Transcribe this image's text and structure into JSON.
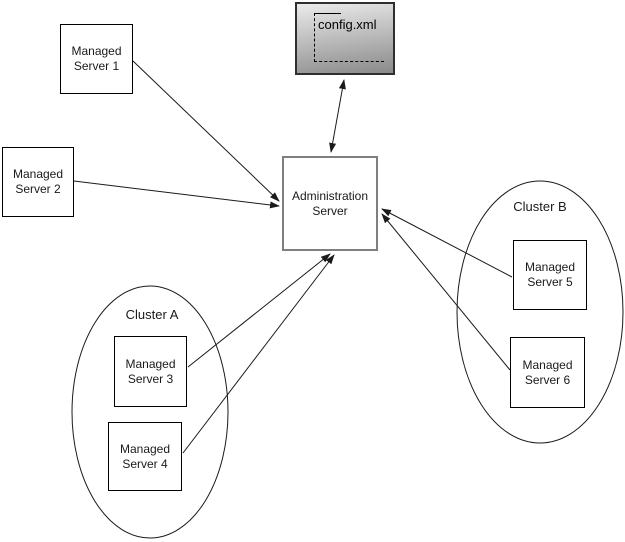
{
  "colors": {
    "background": "#ffffff",
    "node_border": "#000000",
    "admin_border": "#7f7f7f",
    "config_border": "#2f2f2f",
    "config_gradient_top": "#ebebeb",
    "config_gradient_bottom": "#8a8a8a",
    "line": "#1a1a1a",
    "text": "#1a1a1a"
  },
  "nodes": {
    "config": {
      "label": "config.xml"
    },
    "admin": {
      "label": "Administration Server"
    },
    "ms1": {
      "label": "Managed Server 1"
    },
    "ms2": {
      "label": "Managed Server 2"
    },
    "ms3": {
      "label": "Managed Server 3"
    },
    "ms4": {
      "label": "Managed Server 4"
    },
    "ms5": {
      "label": "Managed Server 5"
    },
    "ms6": {
      "label": "Managed Server 6"
    }
  },
  "clusters": {
    "a": {
      "label": "Cluster A",
      "members": [
        "Managed Server 3",
        "Managed Server 4"
      ]
    },
    "b": {
      "label": "Cluster B",
      "members": [
        "Managed Server 5",
        "Managed Server 6"
      ]
    }
  },
  "edges": [
    {
      "from": "Managed Server 1",
      "to": "Administration Server",
      "arrow": "to"
    },
    {
      "from": "Managed Server 2",
      "to": "Administration Server",
      "arrow": "to"
    },
    {
      "from": "Administration Server",
      "to": "config.xml",
      "arrow": "both"
    },
    {
      "from": "Managed Server 3",
      "to": "Administration Server",
      "arrow": "to"
    },
    {
      "from": "Managed Server 4",
      "to": "Administration Server",
      "arrow": "to"
    },
    {
      "from": "Managed Server 5",
      "to": "Administration Server",
      "arrow": "to"
    },
    {
      "from": "Managed Server 6",
      "to": "Administration Server",
      "arrow": "to"
    }
  ]
}
